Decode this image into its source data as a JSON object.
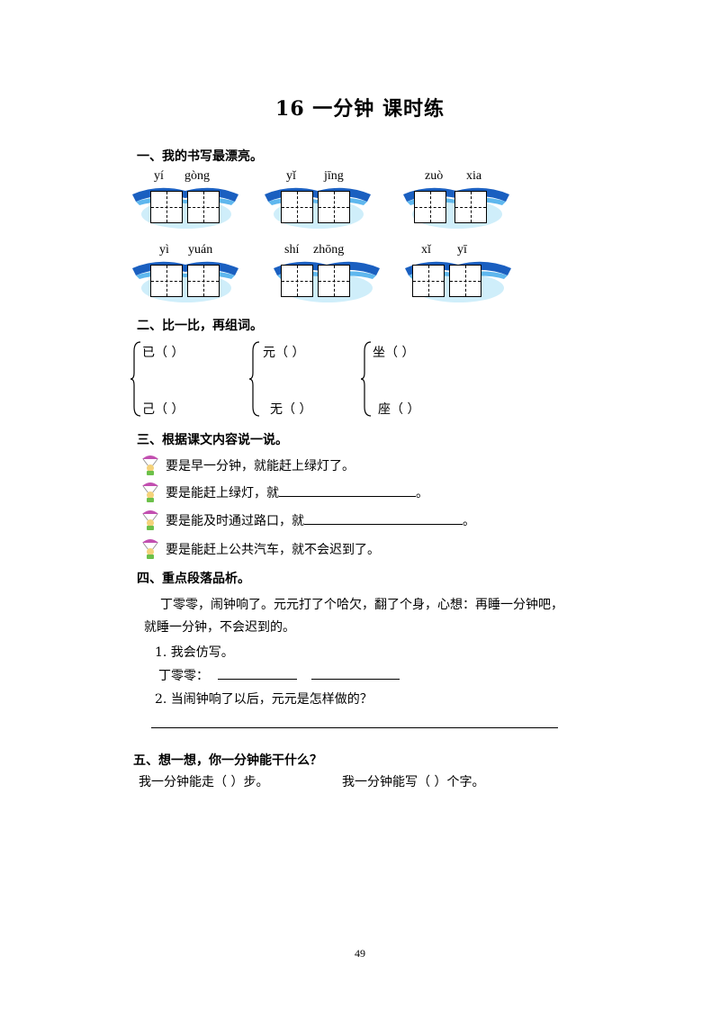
{
  "title": "16  一分钟    课时练",
  "sections": {
    "s1": {
      "heading": "一、我的书写最漂亮。",
      "cells": [
        {
          "pinyin": [
            "yí",
            "gòng"
          ]
        },
        {
          "pinyin": [
            "yǐ",
            "jīng"
          ]
        },
        {
          "pinyin": [
            "zuò",
            "xia"
          ]
        },
        {
          "pinyin": [
            "yì",
            "yuán"
          ]
        },
        {
          "pinyin": [
            "shí",
            "zhōng"
          ]
        },
        {
          "pinyin": [
            "xǐ",
            "yī"
          ]
        }
      ]
    },
    "s2": {
      "heading": "二、比一比，再组词。",
      "groups": [
        {
          "top": "已（      ）",
          "bottom": "己（      ）"
        },
        {
          "top": "元（      ）",
          "bottom": "无（   ）"
        },
        {
          "top": "坐（    ）",
          "bottom": "座（    ）"
        }
      ]
    },
    "s3": {
      "heading": "三、根据课文内容说一说。",
      "lines": [
        {
          "before": "要是早一分钟，就能赶上绿灯了。",
          "after": ""
        },
        {
          "before": "要是能赶上绿灯，就",
          "after": "。"
        },
        {
          "before": "要是能及时通过路口，就",
          "after": "。"
        },
        {
          "before": "要是能赶上公共汽车，就不会迟到了。",
          "after": ""
        }
      ]
    },
    "s4": {
      "heading": "四、重点段落品析。",
      "passage_line1": "丁零零，闹钟响了。元元打了个哈欠，翻了个身，心想：再睡一分钟吧，",
      "passage_line2": "就睡一分钟，不会迟到的。",
      "q1": "1. 我会仿写。",
      "q1_prefix": "丁零零：",
      "q2": "2. 当闹钟响了以后，元元是怎样做的？"
    },
    "s5": {
      "heading": "五、想一想，你一分钟能干什么？",
      "part1": "我一分钟能走（     ）步。",
      "part2": "我一分钟能写（     ）个字。"
    }
  },
  "page_number": "49",
  "colors": {
    "wave_dark": "#1a5fc0",
    "wave_light": "#5fb7ee",
    "water": "#8fd8f0"
  }
}
